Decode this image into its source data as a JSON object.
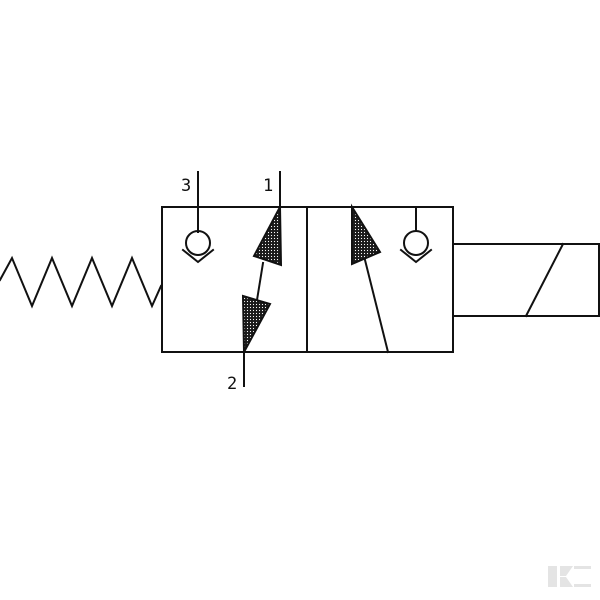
{
  "diagram": {
    "ports": [
      {
        "id": "port-3",
        "label": "3"
      },
      {
        "id": "port-1",
        "label": "1"
      },
      {
        "id": "port-2",
        "label": "2"
      }
    ],
    "colors": {
      "stroke": "#111111",
      "background": "#ffffff",
      "watermark": "#e4e4e4"
    },
    "symbols": [
      "spring",
      "valve-body",
      "check-valve",
      "flow-arrow",
      "solenoid"
    ]
  }
}
